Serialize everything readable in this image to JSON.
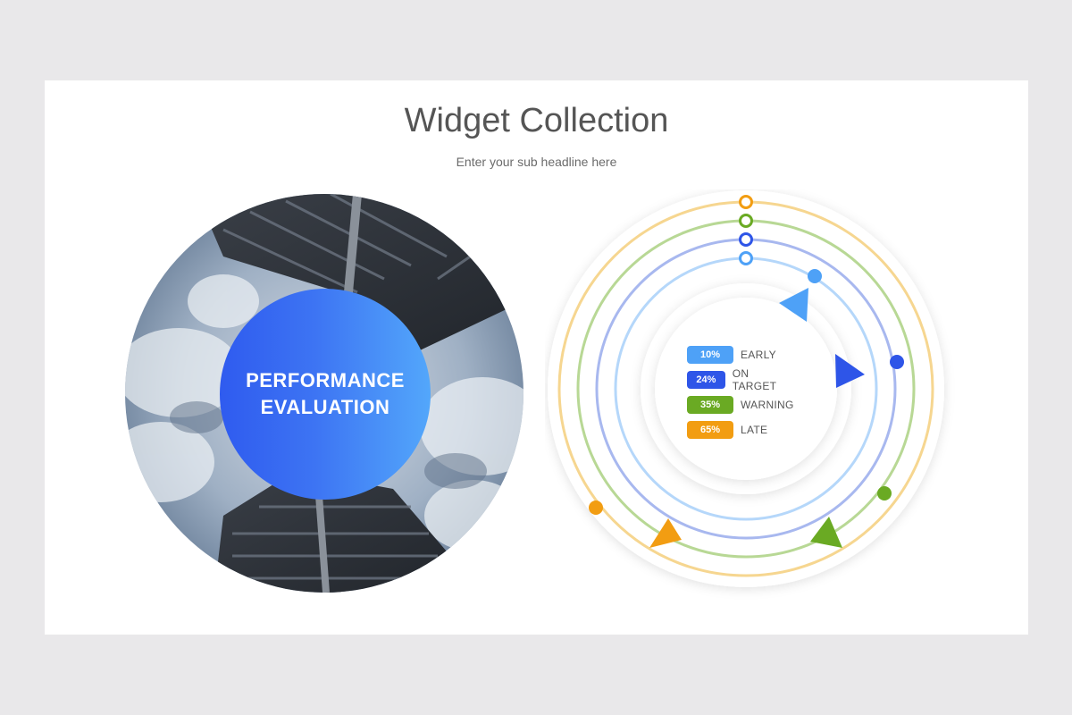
{
  "header": {
    "title": "Widget Collection",
    "subtitle": "Enter your sub headline here"
  },
  "photo_card": {
    "label_line1": "PERFORMANCE",
    "label_line2": "EVALUATION"
  },
  "colors": {
    "early": "#4ea1f7",
    "on_target": "#2e55e8",
    "warning": "#6aaa23",
    "late": "#f29d12"
  },
  "legend": [
    {
      "value": "10%",
      "label": "EARLY",
      "color": "#4ea1f7"
    },
    {
      "value": "24%",
      "label": "ON TARGET",
      "color": "#2e55e8"
    },
    {
      "value": "35%",
      "label": "WARNING",
      "color": "#6aaa23"
    },
    {
      "value": "65%",
      "label": "LATE",
      "color": "#f29d12"
    }
  ]
}
